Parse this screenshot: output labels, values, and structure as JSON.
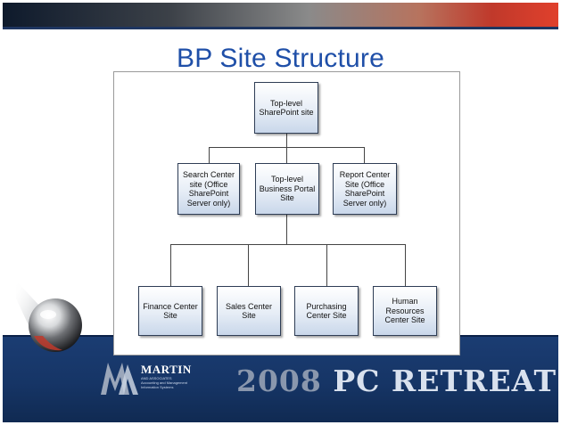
{
  "slide": {
    "title": "BP Site Structure"
  },
  "diagram": {
    "root": "Top-level SharePoint site",
    "level2": [
      "Search Center site (Office SharePoint Server only)",
      "Top-level Business Portal Site",
      "Report Center Site (Office SharePoint Server only)"
    ],
    "level3": [
      "Finance Center Site",
      "Sales Center Site",
      "Purchasing Center Site",
      "Human Resources Center Site"
    ]
  },
  "footer": {
    "logo_name": "MARTIN",
    "logo_and": "AND ASSOCIATES",
    "logo_tagline": "Accounting and Management Information Systems",
    "event_year": "2008",
    "event_name": "PC RETREAT"
  },
  "colors": {
    "title": "#1f4fa8",
    "footer_band": "#163566",
    "node_border": "#2e3d55"
  }
}
